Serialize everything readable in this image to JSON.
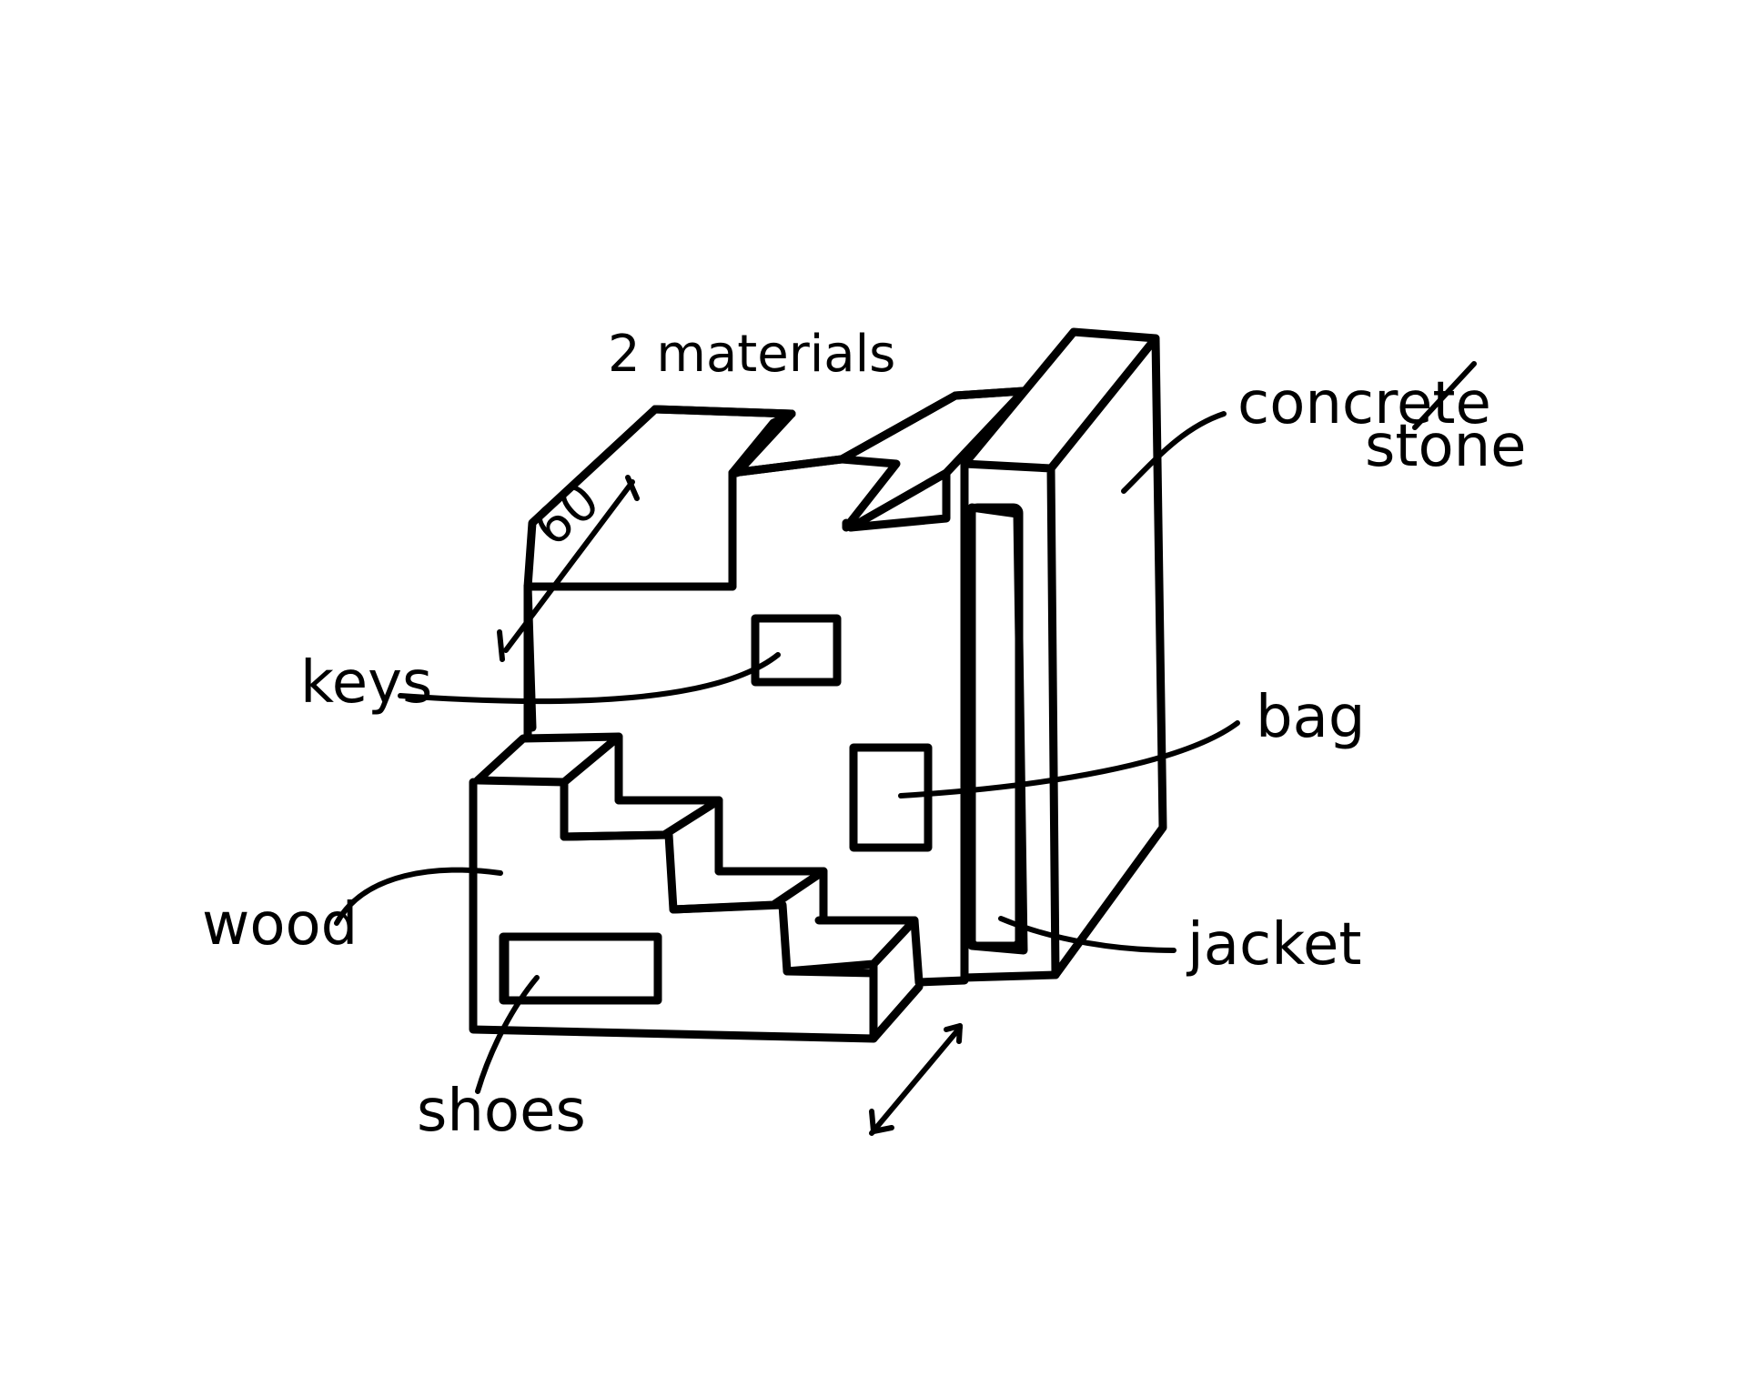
{
  "diagram": {
    "note": "2 materials",
    "dimension": "60",
    "labels": {
      "keys": "keys",
      "wood": "wood",
      "shoes": "shoes",
      "bag": "bag",
      "jacket": "jacket",
      "material_top": "concrete",
      "material_bottom": "stone"
    }
  },
  "colors": {
    "ink": "#000000",
    "paper": "#ffffff"
  }
}
